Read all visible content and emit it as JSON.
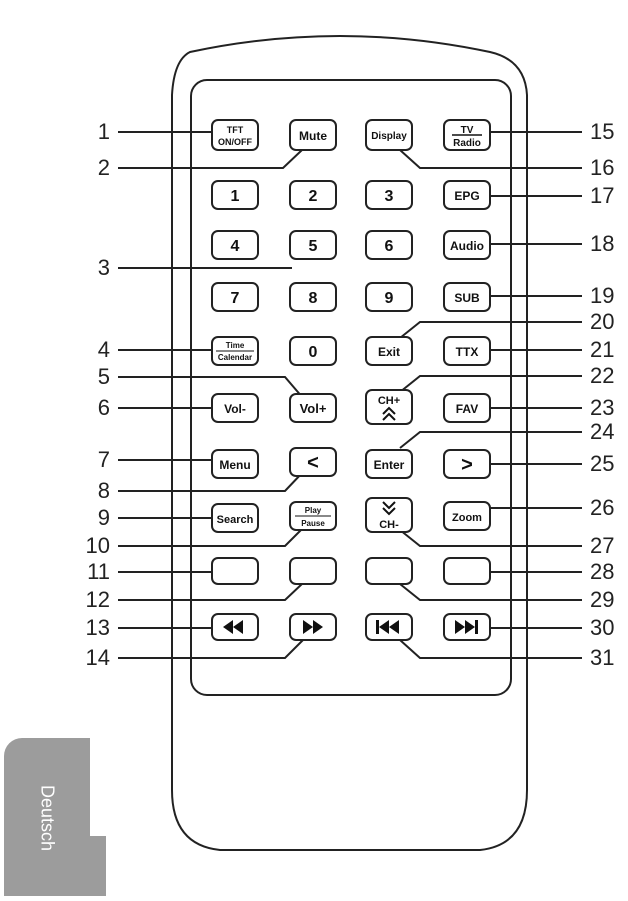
{
  "remote": {
    "buttons": {
      "tft_l1": "TFT",
      "tft_l2": "ON/OFF",
      "mute": "Mute",
      "display": "Display",
      "tv_l1": "TV",
      "tv_l2": "Radio",
      "n1": "1",
      "n2": "2",
      "n3": "3",
      "epg": "EPG",
      "n4": "4",
      "n5": "5",
      "n6": "6",
      "audio": "Audio",
      "n7": "7",
      "n8": "8",
      "n9": "9",
      "sub": "SUB",
      "time_l1": "Time",
      "time_l2": "Calendar",
      "n0": "0",
      "exit": "Exit",
      "ttx": "TTX",
      "vol_minus": "Vol-",
      "vol_plus": "Vol+",
      "ch_plus": "CH+",
      "fav": "FAV",
      "menu": "Menu",
      "left": "<",
      "enter": "Enter",
      "right": ">",
      "search": "Search",
      "play_l1": "Play",
      "play_l2": "Pause",
      "ch_minus": "CH-",
      "zoom": "Zoom",
      "rewind_icon": "rewind-icon",
      "forward_icon": "fast-forward-icon",
      "prev_icon": "skip-previous-icon",
      "next_icon": "skip-next-icon"
    },
    "callouts": {
      "c1": "1",
      "c2": "2",
      "c3": "3",
      "c4": "4",
      "c5": "5",
      "c6": "6",
      "c7": "7",
      "c8": "8",
      "c9": "9",
      "c10": "10",
      "c11": "11",
      "c12": "12",
      "c13": "13",
      "c14": "14",
      "c15": "15",
      "c16": "16",
      "c17": "17",
      "c18": "18",
      "c19": "19",
      "c20": "20",
      "c21": "21",
      "c22": "22",
      "c23": "23",
      "c24": "24",
      "c25": "25",
      "c26": "26",
      "c27": "27",
      "c28": "28",
      "c29": "29",
      "c30": "30",
      "c31": "31"
    }
  },
  "language_tab": "Deutsch"
}
